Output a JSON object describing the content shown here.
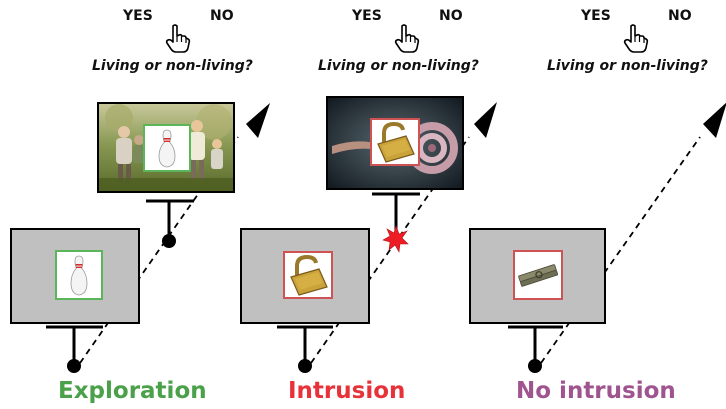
{
  "colors": {
    "exploration": "#4aa14a",
    "intrusion": "#e8323a",
    "no_intrusion": "#a0548f",
    "thumb_green": "#5bb55b",
    "thumb_red": "#d05353",
    "screen_gray": "#c0c0c0"
  },
  "panels": [
    {
      "id": "exploration",
      "yes": "YES",
      "no": "NO",
      "question": "Living or non-living?",
      "label": "Exploration",
      "label_color": "#4aa14a",
      "thumb_border": "#5bb55b",
      "object_icon": "bowling-pin-icon",
      "scene_icon": "park-people-scene-icon"
    },
    {
      "id": "intrusion",
      "yes": "YES",
      "no": "NO",
      "question": "Living or non-living?",
      "label": "Intrusion",
      "label_color": "#e8323a",
      "thumb_border": "#d05353",
      "object_icon": "padlock-icon",
      "scene_icon": "snake-eating-scene-icon",
      "marker_icon": "red-star-icon"
    },
    {
      "id": "no-intrusion",
      "yes": "YES",
      "no": "NO",
      "question": "Living or non-living?",
      "label": "No intrusion",
      "label_color": "#a0548f",
      "thumb_border": "#d05353",
      "object_icon": "clothespin-icon"
    }
  ]
}
